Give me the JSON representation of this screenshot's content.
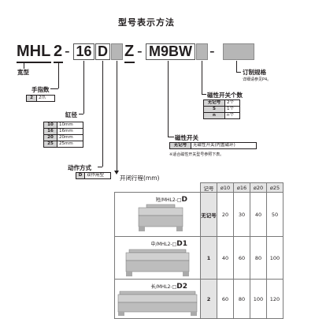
{
  "title": "型号表示方法",
  "code": {
    "p1": "MHL",
    "p2": "2",
    "dash1": "-",
    "bore": "16",
    "type": "D",
    "z": "Z",
    "dash2": "-",
    "switch": "M9BW",
    "dash3": "-"
  },
  "labels": {
    "kuanxing": "宽型",
    "fingers": "手指数",
    "bore": "缸径",
    "action": "动作方式",
    "stroke": "开闭行程(mm)",
    "order": "订制规格",
    "order_note": "详细请参见P4。",
    "switch_count": "磁性开关个数",
    "switch": "磁性开关",
    "switch_note": "※适合磁性开关型号参照下表。"
  },
  "fingers_table": [
    [
      "2",
      "2爪"
    ]
  ],
  "bore_table": [
    [
      "10",
      "10mm"
    ],
    [
      "16",
      "16mm"
    ],
    [
      "20",
      "20mm"
    ],
    [
      "25",
      "25mm"
    ]
  ],
  "action_table": [
    [
      "D",
      "双作用型"
    ]
  ],
  "switch_count_table": [
    [
      "无记号",
      "2个"
    ],
    [
      "S",
      "1个"
    ],
    [
      "n",
      "n个"
    ]
  ],
  "switch_table": [
    [
      "无记号",
      "无磁性开关(内置磁环)"
    ]
  ],
  "stroke_table": {
    "headers": [
      "记号",
      "ø10",
      "ø16",
      "ø20",
      "ø25"
    ],
    "rows": [
      {
        "label_prefix": "短/MHL2-□",
        "label_suffix": "D",
        "code": "无记号",
        "values": [
          "20",
          "30",
          "40",
          "50"
        ]
      },
      {
        "label_prefix": "中/MHL2-□",
        "label_suffix": "D1",
        "code": "1",
        "values": [
          "40",
          "60",
          "80",
          "100"
        ]
      },
      {
        "label_prefix": "长/MHL2-□",
        "label_suffix": "D2",
        "code": "2",
        "values": [
          "60",
          "80",
          "100",
          "120"
        ]
      }
    ]
  }
}
